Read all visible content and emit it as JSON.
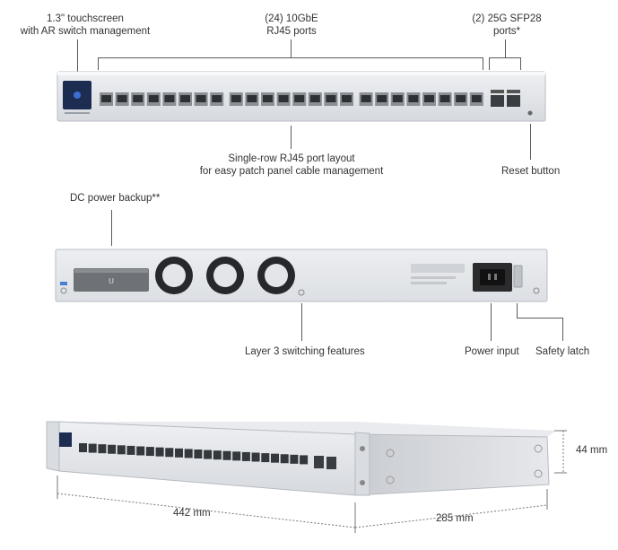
{
  "front": {
    "callouts": {
      "touchscreen": [
        "1.3\" touchscreen",
        "with AR switch management"
      ],
      "rj45_ports": [
        "(24) 10GbE",
        "RJ45 ports"
      ],
      "sfp_ports": [
        "(2) 25G SFP28",
        "ports*"
      ],
      "single_row": [
        "Single-row RJ45 port layout",
        "for easy patch panel cable management"
      ],
      "reset": "Reset button"
    }
  },
  "rear": {
    "callouts": {
      "dc_power": "DC power backup**",
      "layer3": "Layer 3 switching features",
      "power_input": "Power input",
      "safety_latch": "Safety latch"
    }
  },
  "dimensions": {
    "height": "44 mm",
    "width": "442 mm",
    "depth": "285 mm"
  },
  "device": {
    "rj45_port_count": 24,
    "sfp_port_count": 2,
    "fan_count": 3
  }
}
